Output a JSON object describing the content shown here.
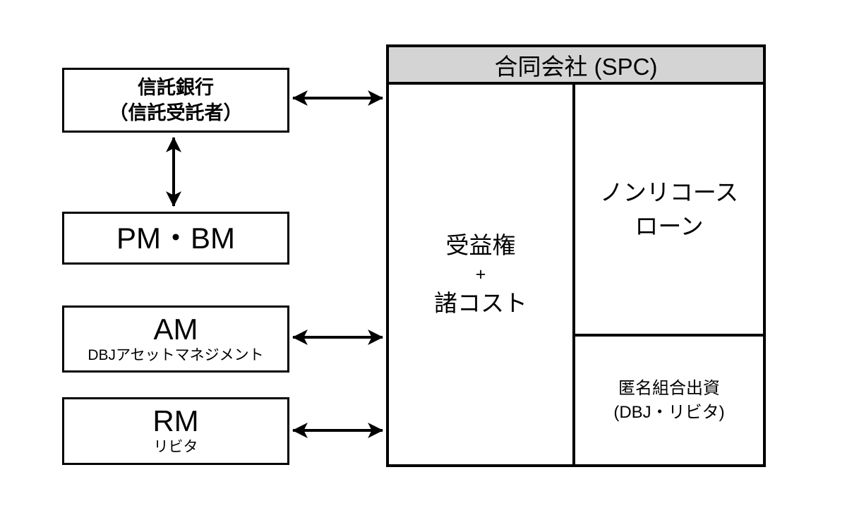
{
  "diagram": {
    "left_boxes": [
      {
        "title": "信託銀行",
        "subtitle": "（信託受託者）"
      },
      {
        "title": "PM・BM"
      },
      {
        "title": "AM",
        "subtitle": "DBJアセットマネジメント"
      },
      {
        "title": "RM",
        "subtitle": "リビタ"
      }
    ],
    "spc": {
      "header": "合同会社 (SPC)",
      "beneficiary_cell": {
        "line1": "受益権",
        "line2": "+",
        "line3": "諸コスト"
      },
      "loan_cell": {
        "line1": "ノンリコース",
        "line2": "ローン"
      },
      "tk_equity_cell": {
        "line1": "匿名組合出資",
        "line2": "(DBJ・リビタ)"
      }
    },
    "connectors": [
      {
        "name": "arrow-trust-spc",
        "type": "double-arrow-horizontal"
      },
      {
        "name": "arrow-trust-pmbm",
        "type": "double-arrow-vertical"
      },
      {
        "name": "arrow-am-spc",
        "type": "double-arrow-horizontal"
      },
      {
        "name": "arrow-rm-spc",
        "type": "double-arrow-horizontal"
      }
    ],
    "colors": {
      "spc_header_bg": "#d4d4d4",
      "border": "#000000",
      "background": "#ffffff"
    }
  }
}
